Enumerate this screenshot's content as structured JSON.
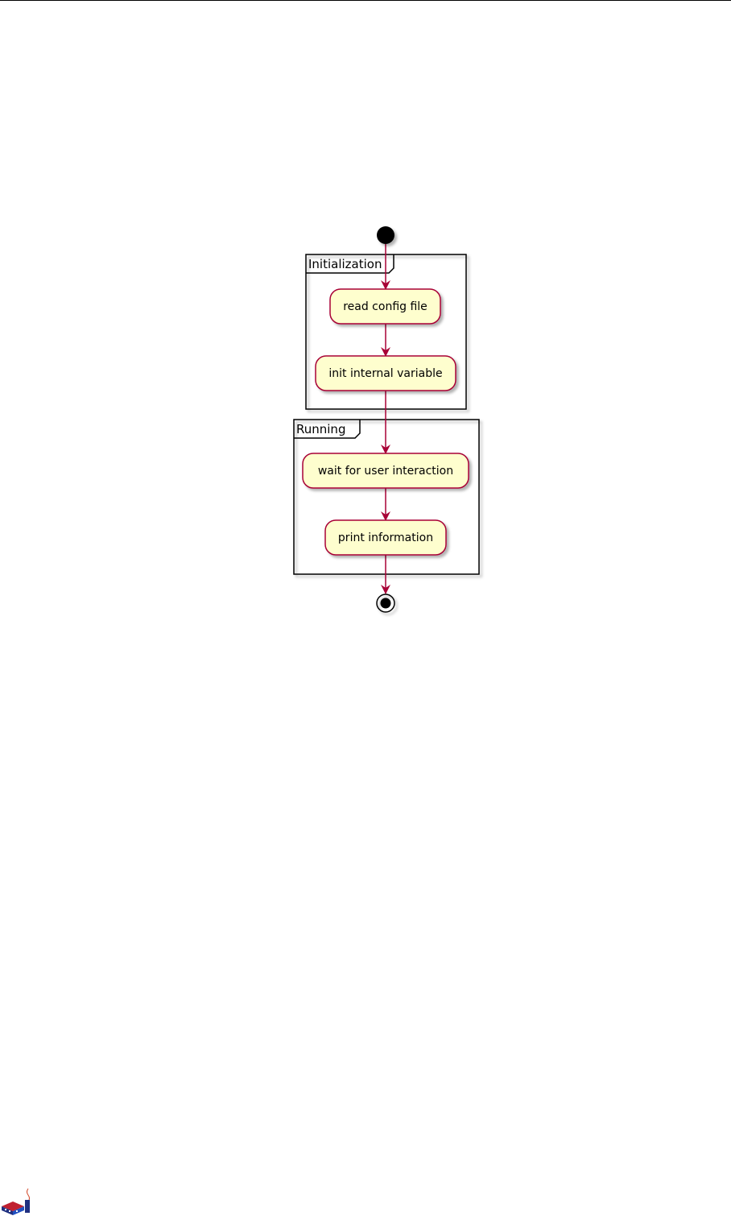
{
  "diagram": {
    "partitions": [
      {
        "label": "Initialization"
      },
      {
        "label": "Running"
      }
    ],
    "activities": [
      {
        "label": "read config file"
      },
      {
        "label": "init internal variable"
      },
      {
        "label": "wait for user interaction"
      },
      {
        "label": "print information"
      }
    ],
    "colors": {
      "activity_fill": "#FEFECE",
      "activity_border": "#A80036",
      "arrow": "#A80036",
      "frame_border": "#000000"
    }
  },
  "logo": {
    "icon": "publisher-logo-icon"
  }
}
